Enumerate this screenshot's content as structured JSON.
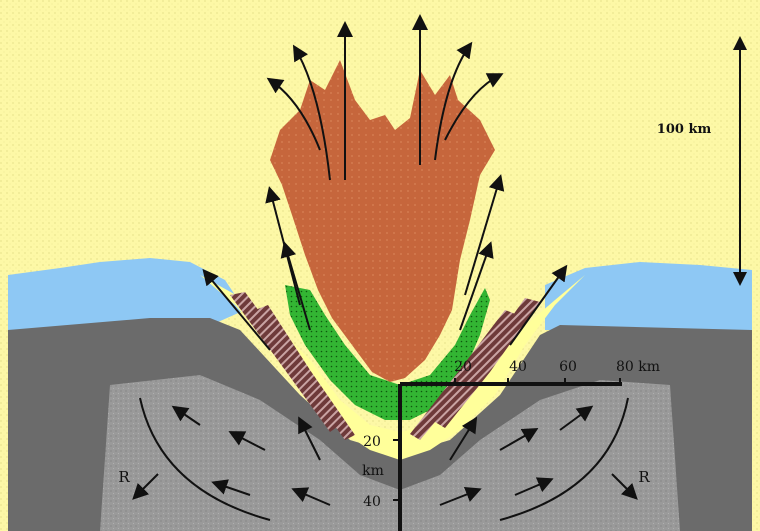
{
  "figure": {
    "scale_label": "100 km",
    "horizontal_scale": {
      "ticks": [
        "20",
        "40",
        "60",
        "80 km"
      ]
    },
    "vertical_scale": {
      "ticks": [
        "20",
        "km",
        "40"
      ]
    },
    "rebound_labels": [
      "R",
      "R"
    ]
  },
  "colors": {
    "atmosphere": "#fdf8a6",
    "water": "#8ec8f4",
    "crust": "#6b6b6b",
    "deep_rock": "#999999",
    "ejecta_plume": "#c6663c",
    "melt_zone": "#3cb43c",
    "shock_zone": "#ffff9a",
    "ejecta_curtain": "#6e3a3a"
  }
}
